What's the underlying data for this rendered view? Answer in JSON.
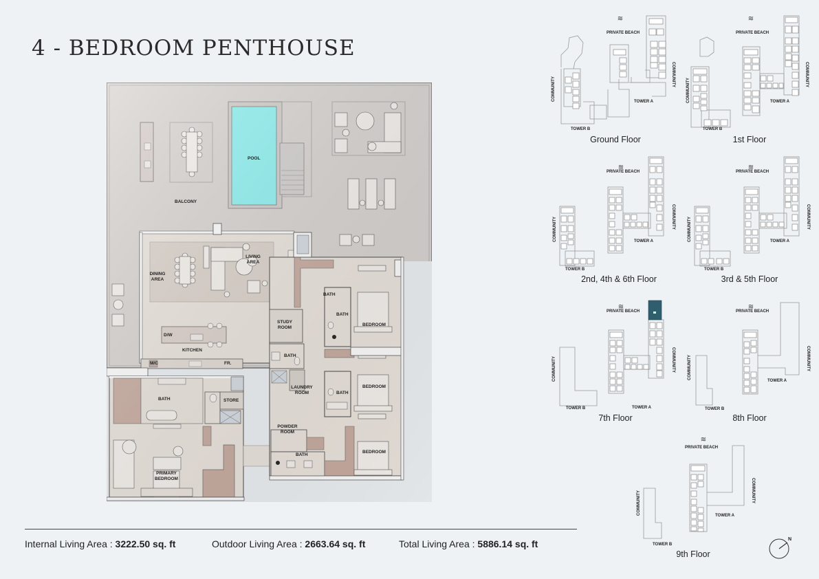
{
  "title": "4 - BEDROOM PENTHOUSE",
  "floorplan": {
    "rooms": {
      "balcony": "BALCONY",
      "pool": "POOL",
      "dining": "DINING AREA",
      "living": "LIVING AREA",
      "kitchen": "KITCHEN",
      "dw": "D/W",
      "mc": "M/C",
      "fr": "FR.",
      "study": "STUDY ROOM",
      "bath_study": "BATH",
      "laundry": "LAUNDRY ROOM",
      "powder": "POWDER ROOM",
      "bath_bed1": "BATH",
      "bath_small": "BATH",
      "bedroom1": "BEDROOM",
      "bath_bed2": "BATH",
      "bedroom2": "BEDROOM",
      "bath_bed3": "BATH",
      "bedroom3": "BEDROOM",
      "primary_bath": "BATH",
      "store": "STORE",
      "primary_bedroom": "PRIMARY BEDROOM"
    },
    "colors": {
      "pool": "#8ff3f2",
      "balcony": "#d9d5d2",
      "interior": "#ede6df",
      "accent_wood": "#c9ada1",
      "wall": "#ffffff",
      "wall_outline": "#555555"
    }
  },
  "areas": {
    "internal_label": "Internal Living Area :",
    "internal_value": "3222.50 sq. ft",
    "outdoor_label": "Outdoor Living Area :",
    "outdoor_value": "2663.64 sq. ft",
    "total_label": "Total Living Area :",
    "total_value": "5886.14 sq. ft"
  },
  "key_plans": [
    {
      "label": "Ground Floor",
      "beach": "PRIVATE BEACH",
      "tower_a": "TOWER A",
      "tower_b": "TOWER B",
      "community": "COMMUNITY"
    },
    {
      "label": "1st Floor",
      "beach": "PRIVATE BEACH",
      "tower_a": "TOWER A",
      "tower_b": "TOWER B",
      "community": "COMMUNITY"
    },
    {
      "label": "2nd, 4th & 6th Floor",
      "beach": "PRIVATE BEACH",
      "tower_a": "TOWER A",
      "tower_b": "TOWER B",
      "community": "COMMUNITY"
    },
    {
      "label": "3rd & 5th Floor",
      "beach": "PRIVATE BEACH",
      "tower_a": "TOWER A",
      "tower_b": "TOWER B",
      "community": "COMMUNITY"
    },
    {
      "label": "7th Floor",
      "beach": "PRIVATE BEACH",
      "tower_a": "TOWER A",
      "tower_b": "TOWER B",
      "community": "COMMUNITY",
      "highlight_color": "#2f5f6e"
    },
    {
      "label": "8th Floor",
      "beach": "PRIVATE BEACH",
      "tower_a": "TOWER A",
      "tower_b": "TOWER B",
      "community": "COMMUNITY"
    },
    {
      "label": "9th Floor",
      "beach": "PRIVATE BEACH",
      "tower_a": "TOWER A",
      "tower_b": "TOWER B",
      "community": "COMMUNITY"
    }
  ],
  "compass": {
    "label": "N"
  }
}
